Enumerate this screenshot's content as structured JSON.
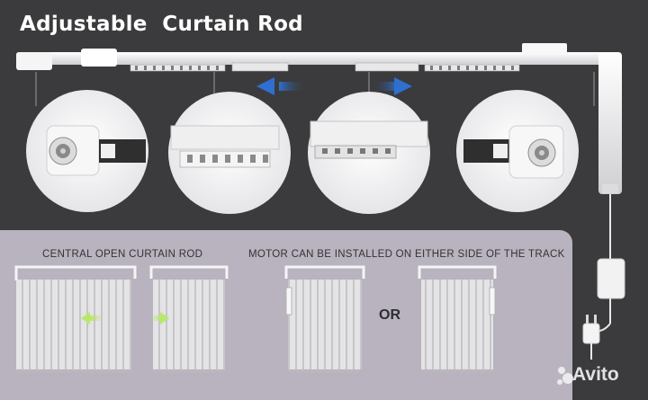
{
  "title": "Adjustable  Curtain Rod",
  "captions": {
    "central_open": "CENTRAL OPEN CURTAIN ROD",
    "motor_side": "MOTOR CAN BE INSTALLED ON EITHER SIDE OF THE TRACK"
  },
  "or_label": "OR",
  "watermark": "Avito",
  "colors": {
    "background": "#3b3b3d",
    "panel": "#b8b3bf",
    "arrow_blue": "#2f6fd0",
    "arrow_green": "#b8e86a",
    "rail": "#f2f2f2"
  }
}
